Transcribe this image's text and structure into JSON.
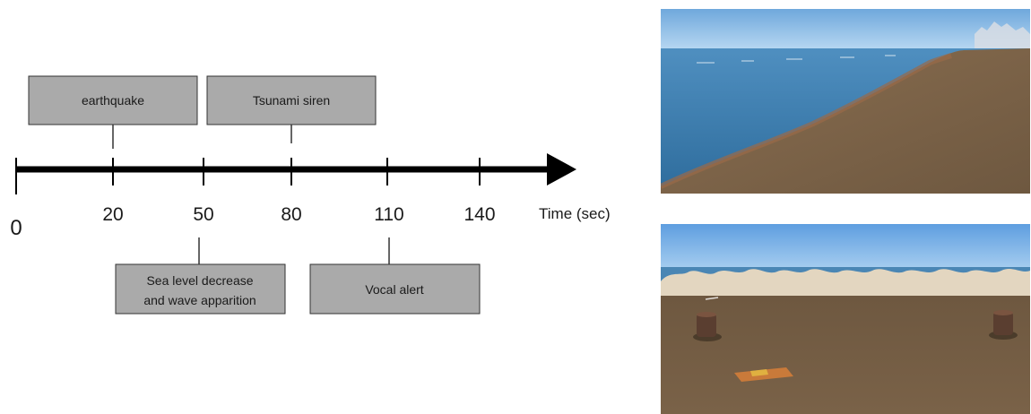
{
  "timeline": {
    "axis_title": "Time (sec)",
    "zero_label": "0",
    "tick_labels": [
      "20",
      "50",
      "80",
      "110",
      "140"
    ],
    "events_above": [
      {
        "label": "earthquake"
      },
      {
        "label": "Tsunami siren"
      }
    ],
    "events_below": [
      {
        "line1": "Sea level decrease",
        "line2": "and wave apparition"
      },
      {
        "label": "Vocal alert"
      }
    ]
  },
  "scenes": [
    {
      "view": "shoreline-from-beach",
      "colors": {
        "sky": "#8ec0ea",
        "sea": "#3d7fb0",
        "sand": "#7a6248"
      }
    },
    {
      "view": "beach-facing-sea-with-bollards",
      "colors": {
        "sky": "#7eb6e8",
        "sea": "#4a86b4",
        "sand": "#6b5640"
      }
    }
  ]
}
